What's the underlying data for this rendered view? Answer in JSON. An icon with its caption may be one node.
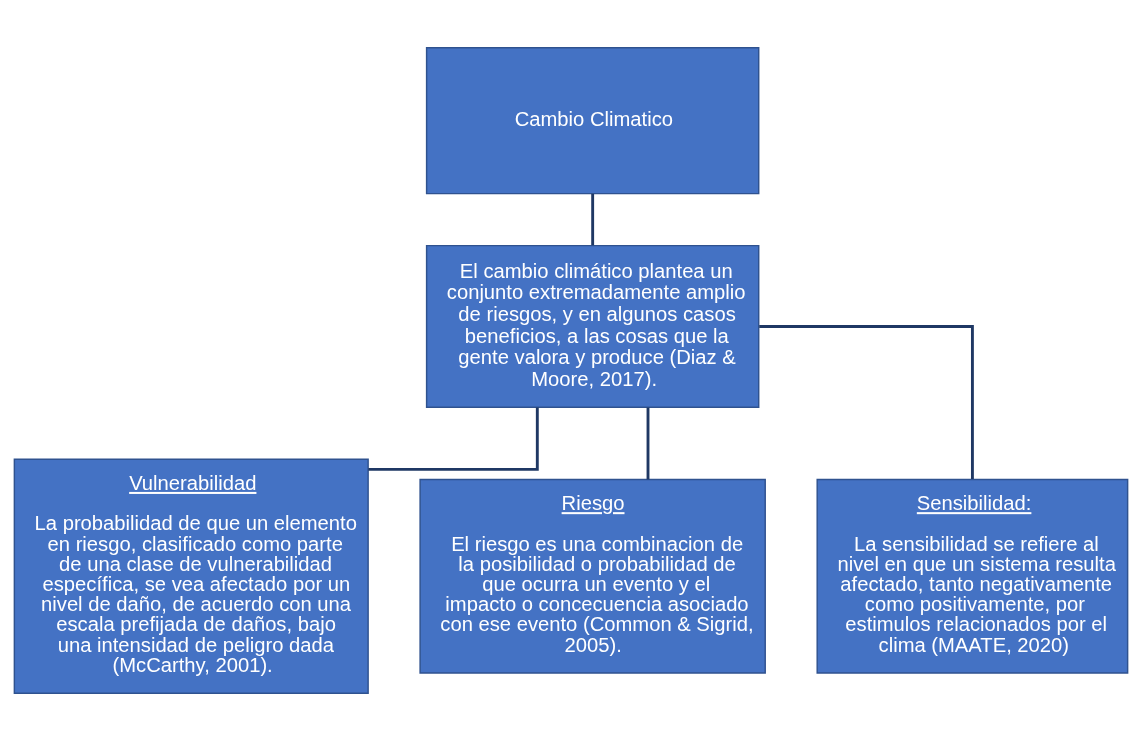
{
  "diagram": {
    "nodes": [
      {
        "text": [
          "Cambio Climatico"
        ]
      },
      {
        "text": [
          "El cambio climático plantea un conjunto extremadamente amplio de riesgos, y en algunos casos beneficios, a las cosas que la gente valora y produce (Diaz & Moore, 2017)."
        ]
      },
      {
        "text": [
          "Vulnerabilidad",
          "La probabilidad de que un elemento en riesgo, clasificado como parte de una clase de vulnerabilidad específica, se vea afectado por un nivel de daño, de acuerdo con una escala prefijada de daños, bajo una intensidad de peligro dada (McCarthy, 2001)."
        ]
      },
      {
        "text": [
          "Riesgo",
          "El riesgo es una combinacion de la posibilidad o probabilidad de que ocurra un evento y el impacto o concecuencia asociado con ese evento (Common & Sigrid, 2005)."
        ]
      },
      {
        "text": [
          "Sensibilidad:",
          "La sensibilidad se refiere al nivel en que un sistema resulta afectado, tanto negativamente como positivamente, por estimulos relacionados por el clima (MAATE, 2020)"
        ]
      }
    ],
    "edges": [
      {
        "from": 0,
        "to": 1,
        "arrow": "none"
      },
      {
        "from": 1,
        "to": 2,
        "arrow": "none"
      },
      {
        "from": 1,
        "to": 3,
        "arrow": "none"
      },
      {
        "from": 1,
        "to": 4,
        "arrow": "none"
      }
    ]
  }
}
